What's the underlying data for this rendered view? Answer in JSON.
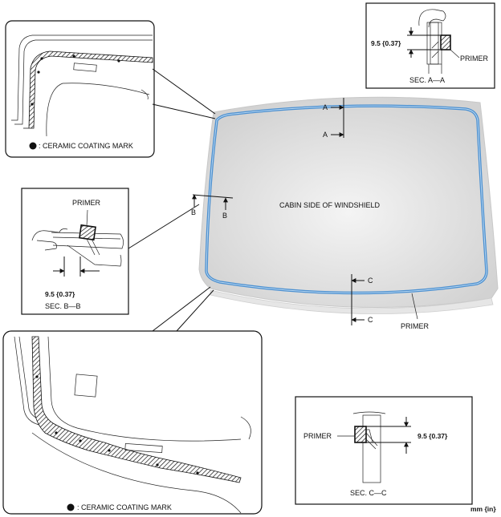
{
  "main_label": "CABIN SIDE OF WINDSHIELD",
  "primer_label": "PRIMER",
  "ceramic_mark_text": ": CERAMIC COATING MARK",
  "section_a": {
    "letter": "A",
    "title": "SEC. A—A",
    "dimension": "9.5 {0.37}",
    "primer": "PRIMER"
  },
  "section_b": {
    "letter": "B",
    "title": "SEC. B—B",
    "dimension": "9.5 {0.37}",
    "primer": "PRIMER"
  },
  "section_c": {
    "letter": "C",
    "title": "SEC. C—C",
    "dimension": "9.5 {0.37}",
    "primer": "PRIMER"
  },
  "units": "mm {in}",
  "colors": {
    "glass": "#dcdcdc",
    "primer_bead": "#4a8fd0",
    "line": "#111111"
  }
}
